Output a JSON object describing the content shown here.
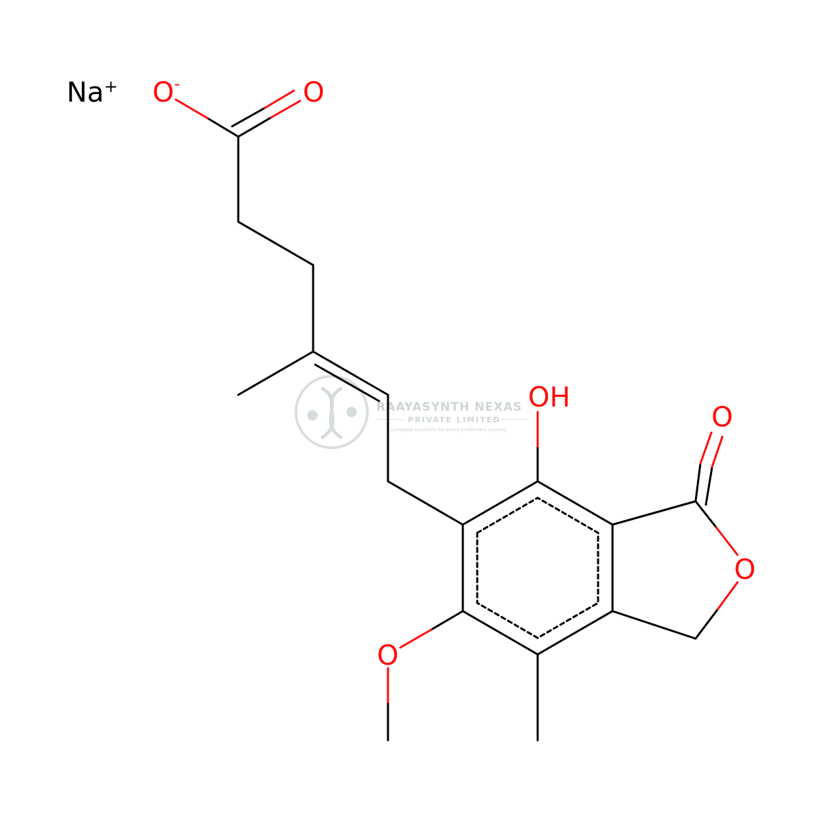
{
  "molecule": {
    "counter_ion": {
      "symbol": "Na",
      "charge": "+"
    },
    "carboxylate_o": {
      "symbol": "O",
      "charge": "-"
    },
    "carboxyl_o": "O",
    "hydroxyl": "OH",
    "lactone_carbonyl_o": "O",
    "lactone_ring_o": "O",
    "methoxy_o": "O"
  },
  "watermark": {
    "company": "RAAYASYNTH NEXAS",
    "subtitle": "PRIVATE LIMITED",
    "tagline": "Complete solutions for every molecule's journey"
  },
  "colors": {
    "bond": "#000000",
    "oxygen": "#ff0d0d",
    "watermark": "#c9d2cc"
  }
}
